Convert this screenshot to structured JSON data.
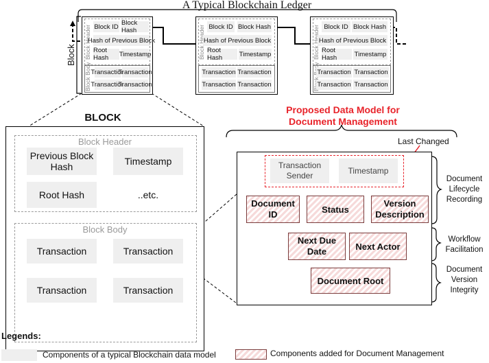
{
  "ledger_title": "A Typical Blockchain Ledger",
  "block_label": "Block",
  "small_block": {
    "header_label": "Block Header",
    "body_label": "Block Body",
    "block_id": "Block ID",
    "block_hash": "Block Hash",
    "prev_hash": "Hash of Previous Block",
    "root_hash": "Root Hash",
    "timestamp": "Timestamp",
    "transaction": "Transaction"
  },
  "block_detail": {
    "title": "BLOCK",
    "header_label": "Block Header",
    "previous_block_hash": "Previous Block Hash",
    "timestamp": "Timestamp",
    "root_hash": "Root Hash",
    "etc": "..etc.",
    "body_label": "Block Body",
    "transaction": "Transaction"
  },
  "proposed": {
    "title_line1": "Proposed Data Model for",
    "title_line2": "Document Management",
    "last_changed": "Last Changed",
    "transaction_sender": "Transaction Sender",
    "timestamp": "Timestamp",
    "document_id": "Document ID",
    "status": "Status",
    "version_description": "Version Description",
    "next_due_date": "Next Due Date",
    "next_actor": "Next Actor",
    "document_root": "Document Root",
    "side_label_1": "Document Lifecycle Recording",
    "side_label_2": "Workflow Facilitation",
    "side_label_3": "Document Version Integrity"
  },
  "legend": {
    "title": "Legends:",
    "typical": "Components of a typical Blockchain data model",
    "added": "Components added for Document Management"
  },
  "colors": {
    "component_gray": "#efefef",
    "added_hatch": "#f6dada",
    "highlight_red": "#e8232a"
  }
}
